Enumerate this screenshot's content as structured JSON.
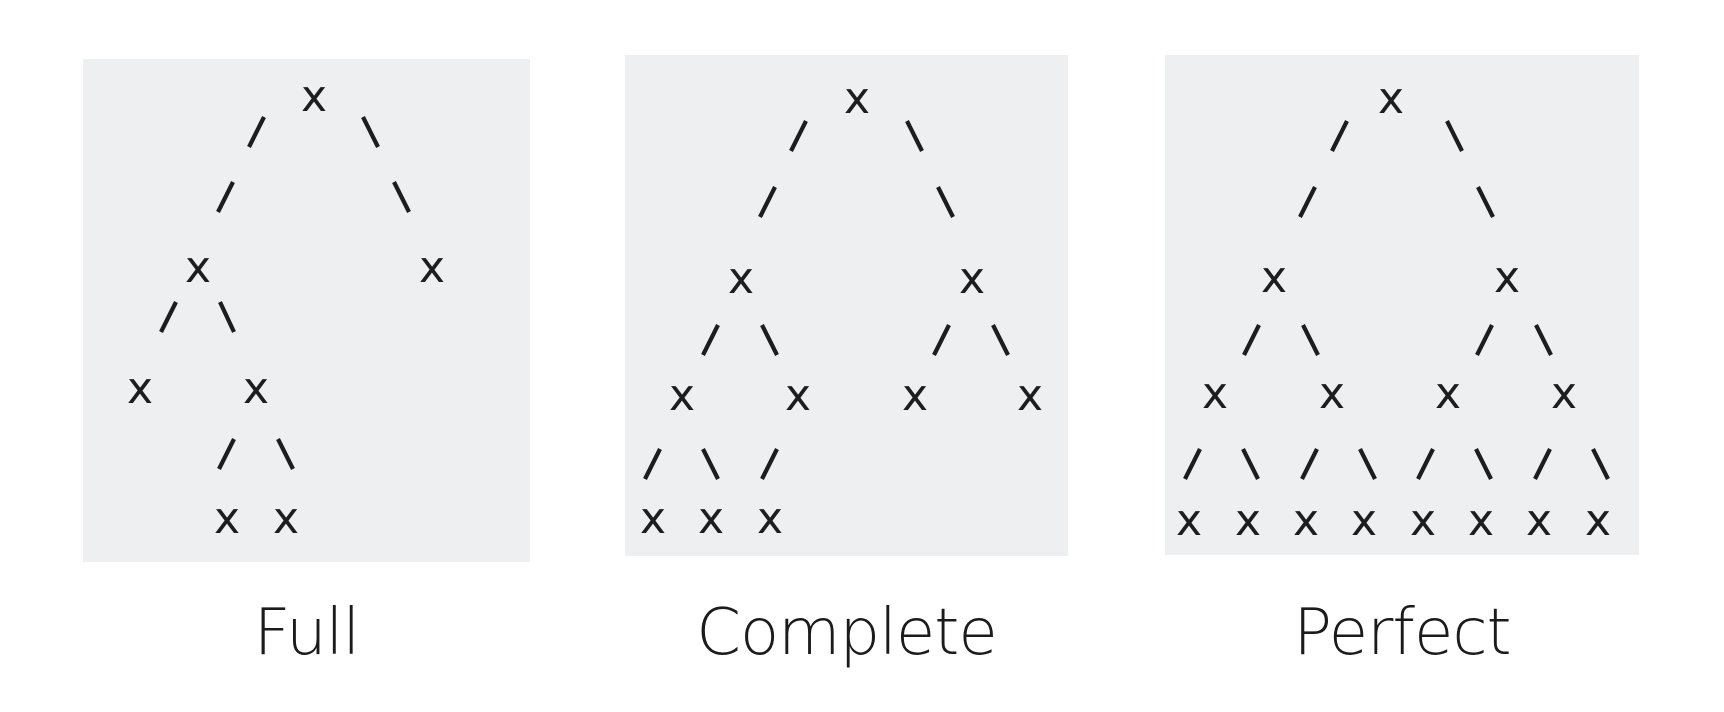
{
  "diagrams": [
    {
      "key": "full",
      "caption": "Full",
      "node_label": "x",
      "edge_left": "/",
      "edge_right": "\\"
    },
    {
      "key": "complete",
      "caption": "Complete",
      "node_label": "x",
      "edge_left": "/",
      "edge_right": "\\"
    },
    {
      "key": "perfect",
      "caption": "Perfect",
      "node_label": "x",
      "edge_left": "/",
      "edge_right": "\\"
    }
  ]
}
